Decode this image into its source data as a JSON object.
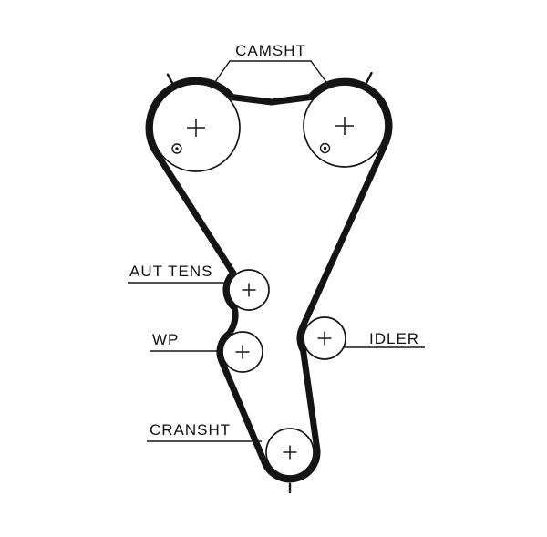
{
  "diagram": {
    "type": "timing-belt-routing",
    "labels": {
      "camshaft": "CAMSHT",
      "aut_tens": "AUT TENS",
      "water_pump": "WP",
      "idler": "IDLER",
      "crankshaft": "CRANSHT"
    },
    "colors": {
      "ink": "#111111",
      "belt": "#141414",
      "background": "#ffffff"
    }
  }
}
